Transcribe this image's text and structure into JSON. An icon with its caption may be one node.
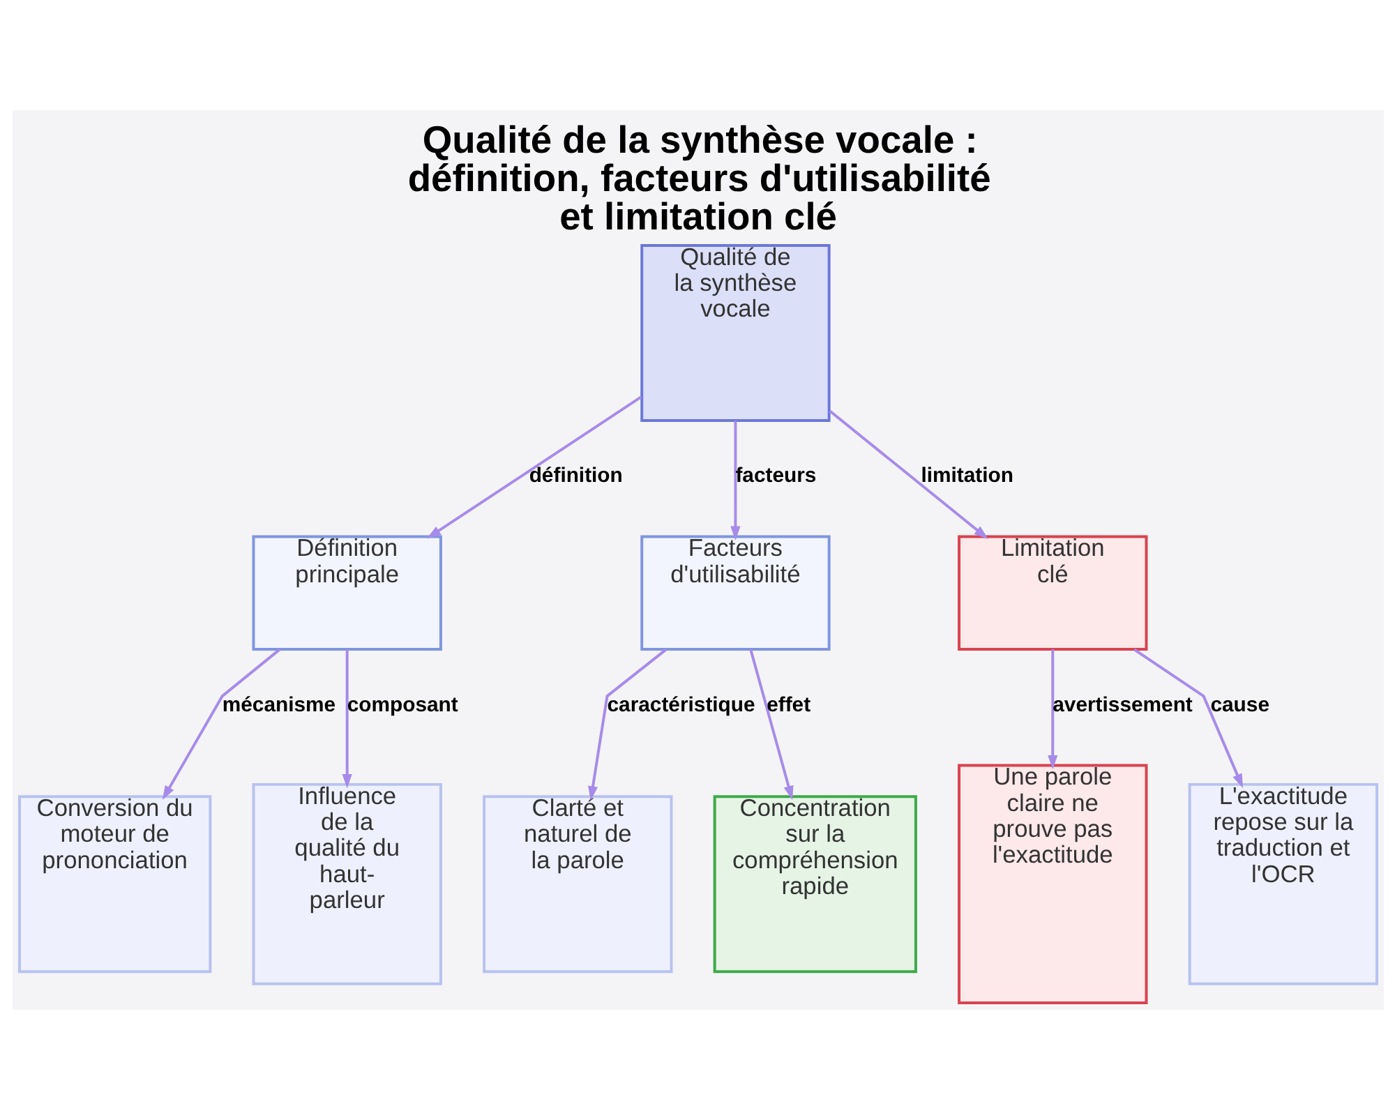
{
  "diagram": {
    "title": "Qualité de la synthèse vocale : définition, facteurs d'utilisabilité et limitation clé",
    "nodes": [
      {
        "text": [
          "Qualité de la synthèse vocale"
        ]
      },
      {
        "text": [
          "Définition principale"
        ]
      },
      {
        "text": [
          "Facteurs d'utilisabilité"
        ]
      },
      {
        "text": [
          "Limitation clé"
        ]
      },
      {
        "text": [
          "Conversion du moteur de prononciation"
        ]
      },
      {
        "text": [
          "Influence de la qualité du haut-parleur"
        ]
      },
      {
        "text": [
          "Clarté et naturel de la parole"
        ]
      },
      {
        "text": [
          "Concentration sur la compréhension rapide"
        ]
      },
      {
        "text": [
          "Une parole claire ne prouve pas l'exactitude"
        ]
      },
      {
        "text": [
          "L'exactitude repose sur la traduction et l'OCR"
        ]
      }
    ],
    "edges": [
      {
        "from": 0,
        "to": 1,
        "arrow": "to",
        "label": "définition"
      },
      {
        "from": 0,
        "to": 2,
        "arrow": "to",
        "label": "facteurs"
      },
      {
        "from": 0,
        "to": 3,
        "arrow": "to",
        "label": "limitation"
      },
      {
        "from": 1,
        "to": 4,
        "arrow": "to",
        "label": "mécanisme"
      },
      {
        "from": 1,
        "to": 5,
        "arrow": "to",
        "label": "composant"
      },
      {
        "from": 2,
        "to": 6,
        "arrow": "to",
        "label": "caractéristique"
      },
      {
        "from": 2,
        "to": 7,
        "arrow": "to",
        "label": "effet"
      },
      {
        "from": 3,
        "to": 8,
        "arrow": "to",
        "label": "avertissement"
      },
      {
        "from": 3,
        "to": 9,
        "arrow": "to",
        "label": "cause"
      }
    ]
  }
}
